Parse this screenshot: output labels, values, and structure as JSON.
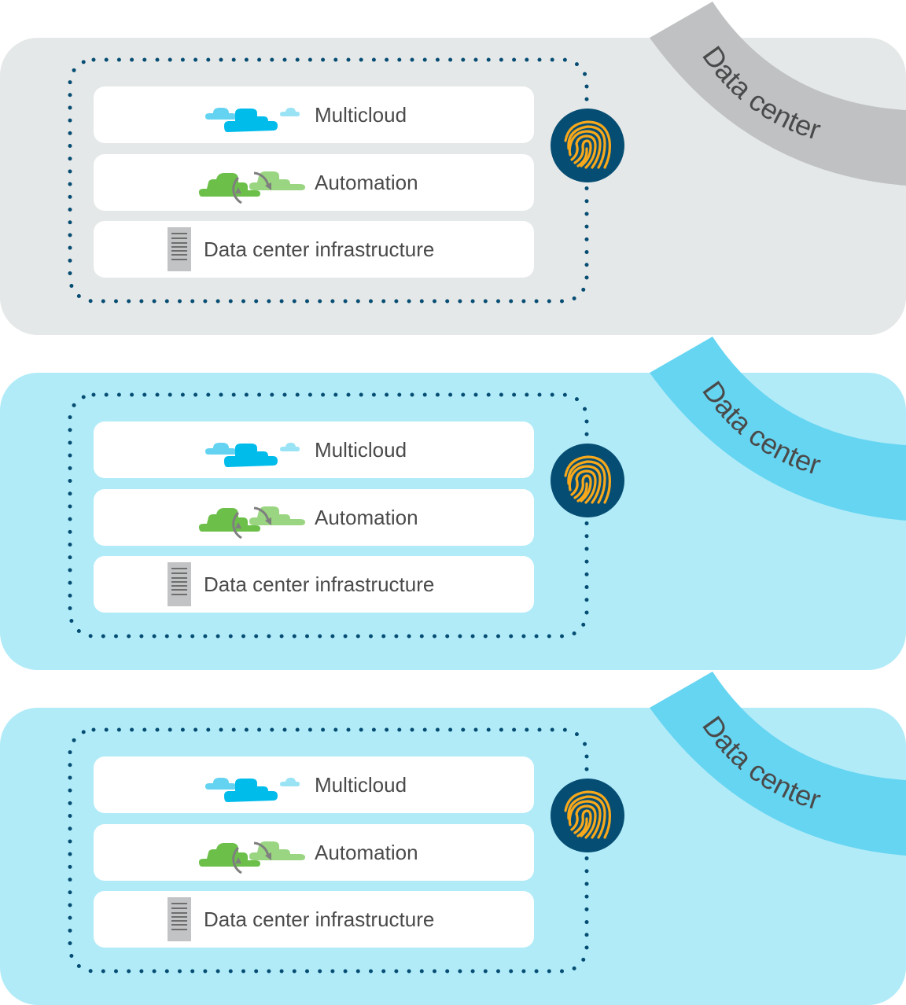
{
  "panels": [
    {
      "band_label": "Data center",
      "theme": {
        "background": "#e5e8e8",
        "band": "#bfc1c3"
      },
      "rows": [
        {
          "label": "Multicloud",
          "icon": "multicloud-icon"
        },
        {
          "label": "Automation",
          "icon": "automation-icon"
        },
        {
          "label": "Data center infrastructure",
          "icon": "server-rack-icon"
        }
      ],
      "security_icon": "fingerprint-icon"
    },
    {
      "band_label": "Data center",
      "theme": {
        "background": "#b1ebf8",
        "band": "#66d5f2"
      },
      "rows": [
        {
          "label": "Multicloud",
          "icon": "multicloud-icon"
        },
        {
          "label": "Automation",
          "icon": "automation-icon"
        },
        {
          "label": "Data center infrastructure",
          "icon": "server-rack-icon"
        }
      ],
      "security_icon": "fingerprint-icon"
    },
    {
      "band_label": "Data center",
      "theme": {
        "background": "#b1ebf8",
        "band": "#66d5f2"
      },
      "rows": [
        {
          "label": "Multicloud",
          "icon": "multicloud-icon"
        },
        {
          "label": "Automation",
          "icon": "automation-icon"
        },
        {
          "label": "Data center infrastructure",
          "icon": "server-rack-icon"
        }
      ],
      "security_icon": "fingerprint-icon"
    }
  ],
  "colors": {
    "dots": "#064d73",
    "fingerprint_circle": "#064d73",
    "fingerprint_lines": "#f7a81b",
    "cloud_blue": "#00bceb",
    "cloud_blue_light": "#64d3f1",
    "cloud_blue_pale": "#9ae3f5",
    "cloud_green": "#6cc04a",
    "cloud_green_light": "#9ad581",
    "arrow_gray": "#7f7f7f",
    "server_gray": "#c2c3c4",
    "text": "#4a4a4a"
  }
}
